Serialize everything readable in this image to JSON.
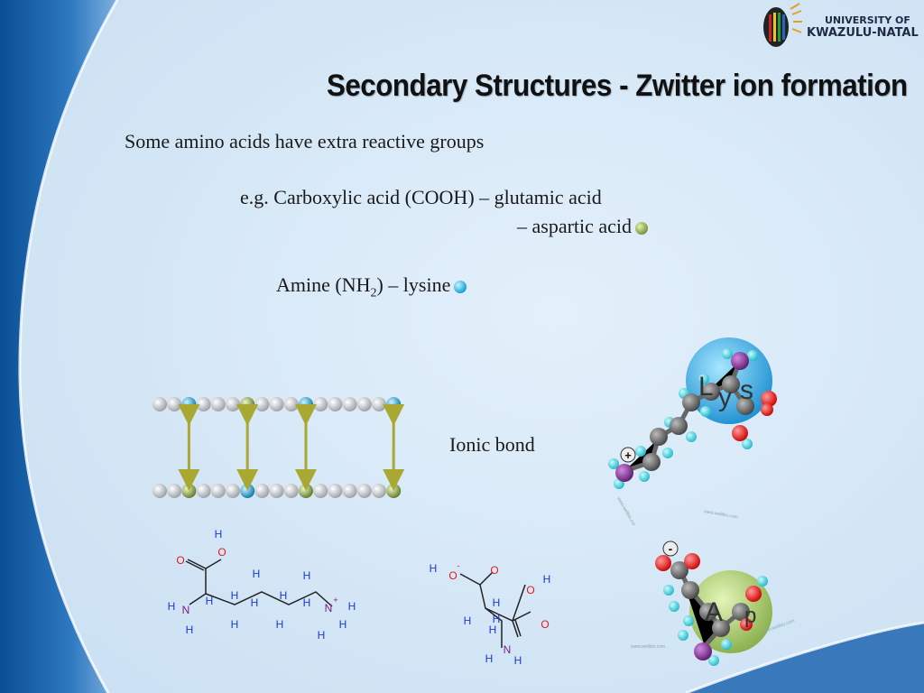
{
  "logo": {
    "line1": "UNIVERSITY OF",
    "line2": "KWAZULU-NATAL"
  },
  "slide": {
    "title": "Secondary Structures - Zwitter ion formation",
    "line1": "Some amino acids have extra reactive groups",
    "line2": "e.g. Carboxylic acid (COOH) – glutamic acid",
    "line3": "– aspartic acid",
    "line4_pre": "Amine (NH",
    "line4_sub": "2",
    "line4_post": ") – lysine",
    "ionic_bond_label": "Ionic bond"
  },
  "molecule_labels": {
    "lys_letters": [
      "L",
      "y",
      "s"
    ],
    "asp_letters": [
      "A",
      "p"
    ],
    "watermark": "www.wellbio.com"
  },
  "colors": {
    "bg_light": "#dcecf9",
    "bg_dark": "#0e5ea8",
    "chain_bead": "#c9ccd0",
    "positive_bead": "#29aee0",
    "negative_bead": "#8faa4e",
    "bond_arrow": "#a9a832",
    "oxygen": "#e01b1b",
    "nitrogen": "#7a1f86",
    "hydrogen": "#1b3bc9"
  }
}
